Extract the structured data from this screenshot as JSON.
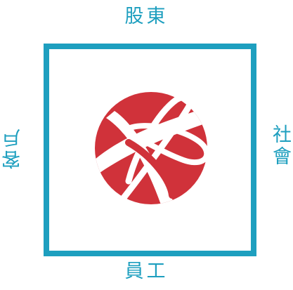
{
  "labels": {
    "top": "股東",
    "bottom": "員工",
    "left": "客戶",
    "right": "社會"
  },
  "colors": {
    "frame": "#1e9fbf",
    "label_text": "#1e9fbf",
    "logo_red": "#d0323a",
    "background": "#ffffff"
  },
  "logo": {
    "icon": "red-globe-orbit-logo-icon"
  }
}
